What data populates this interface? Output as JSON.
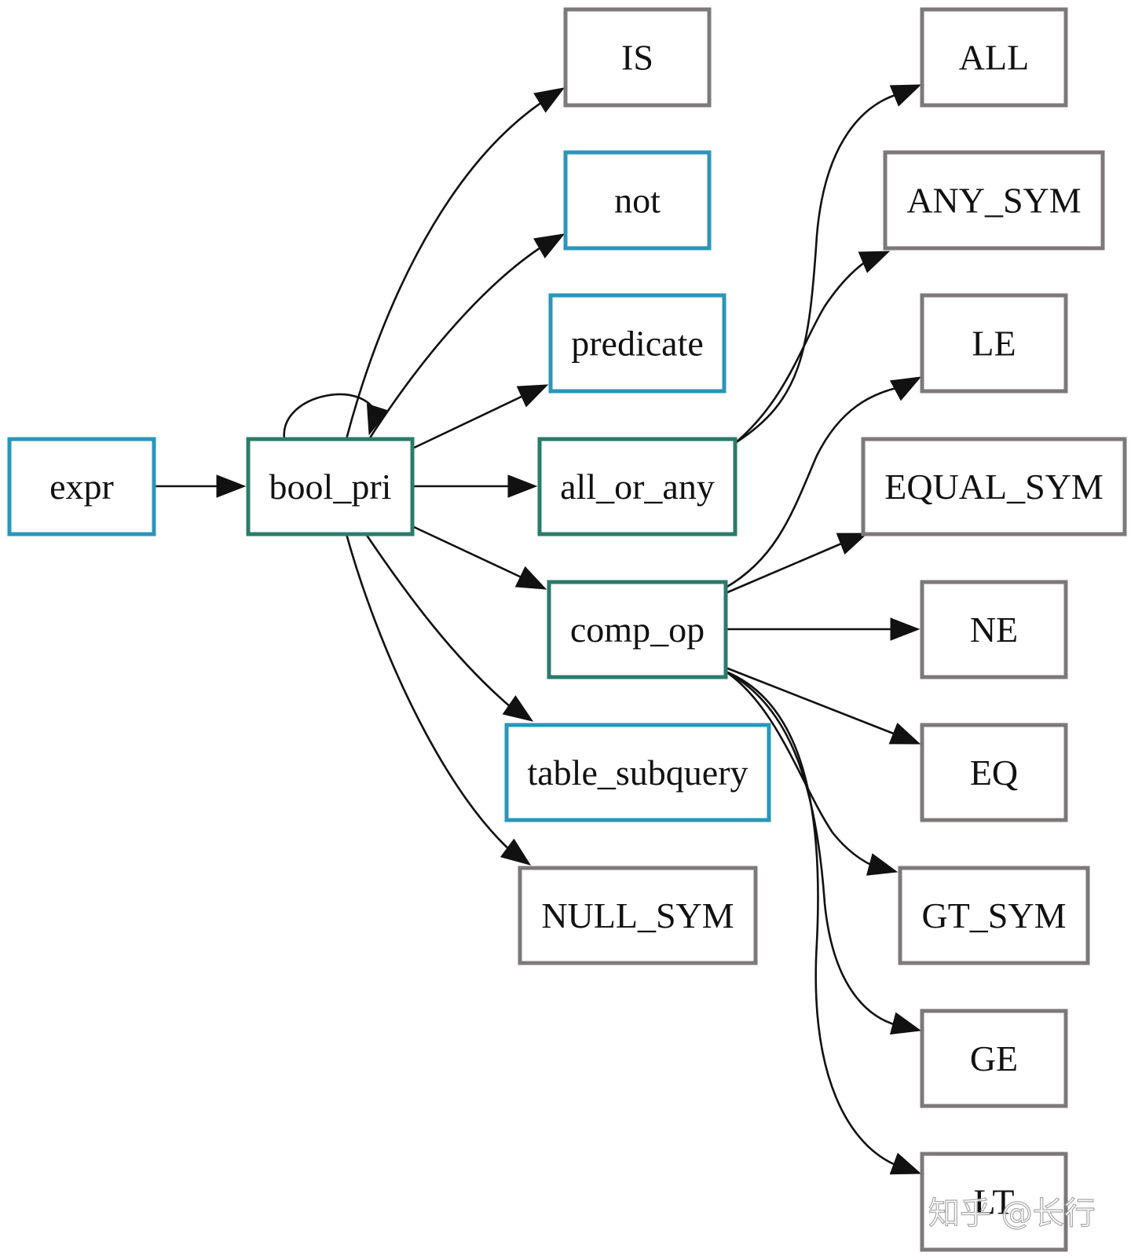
{
  "colors": {
    "terminal": "#7d797a",
    "nonterminal_expanded": "#2a7b6a",
    "nonterminal_leaf": "#2a96b9",
    "edge": "#111111"
  },
  "nodes": [
    {
      "id": "expr",
      "label": "expr",
      "kind": "nonterminal_leaf"
    },
    {
      "id": "bool_pri",
      "label": "bool_pri",
      "kind": "nonterminal_expanded"
    },
    {
      "id": "IS",
      "label": "IS",
      "kind": "terminal"
    },
    {
      "id": "not",
      "label": "not",
      "kind": "nonterminal_leaf"
    },
    {
      "id": "predicate",
      "label": "predicate",
      "kind": "nonterminal_leaf"
    },
    {
      "id": "all_or_any",
      "label": "all_or_any",
      "kind": "nonterminal_expanded"
    },
    {
      "id": "comp_op",
      "label": "comp_op",
      "kind": "nonterminal_expanded"
    },
    {
      "id": "table_subquery",
      "label": "table_subquery",
      "kind": "nonterminal_leaf"
    },
    {
      "id": "NULL_SYM",
      "label": "NULL_SYM",
      "kind": "terminal"
    },
    {
      "id": "ALL",
      "label": "ALL",
      "kind": "terminal"
    },
    {
      "id": "ANY_SYM",
      "label": "ANY_SYM",
      "kind": "terminal"
    },
    {
      "id": "LE",
      "label": "LE",
      "kind": "terminal"
    },
    {
      "id": "EQUAL_SYM",
      "label": "EQUAL_SYM",
      "kind": "terminal"
    },
    {
      "id": "NE",
      "label": "NE",
      "kind": "terminal"
    },
    {
      "id": "EQ",
      "label": "EQ",
      "kind": "terminal"
    },
    {
      "id": "GT_SYM",
      "label": "GT_SYM",
      "kind": "terminal"
    },
    {
      "id": "GE",
      "label": "GE",
      "kind": "terminal"
    },
    {
      "id": "LT",
      "label": "LT",
      "kind": "terminal"
    }
  ],
  "edges": [
    {
      "from": "expr",
      "to": "bool_pri"
    },
    {
      "from": "bool_pri",
      "to": "bool_pri"
    },
    {
      "from": "bool_pri",
      "to": "IS"
    },
    {
      "from": "bool_pri",
      "to": "not"
    },
    {
      "from": "bool_pri",
      "to": "predicate"
    },
    {
      "from": "bool_pri",
      "to": "all_or_any"
    },
    {
      "from": "bool_pri",
      "to": "comp_op"
    },
    {
      "from": "bool_pri",
      "to": "table_subquery"
    },
    {
      "from": "bool_pri",
      "to": "NULL_SYM"
    },
    {
      "from": "all_or_any",
      "to": "ALL"
    },
    {
      "from": "all_or_any",
      "to": "ANY_SYM"
    },
    {
      "from": "comp_op",
      "to": "LE"
    },
    {
      "from": "comp_op",
      "to": "EQUAL_SYM"
    },
    {
      "from": "comp_op",
      "to": "NE"
    },
    {
      "from": "comp_op",
      "to": "EQ"
    },
    {
      "from": "comp_op",
      "to": "GT_SYM"
    },
    {
      "from": "comp_op",
      "to": "GE"
    },
    {
      "from": "comp_op",
      "to": "LT"
    }
  ],
  "watermark": "知乎 @长行"
}
